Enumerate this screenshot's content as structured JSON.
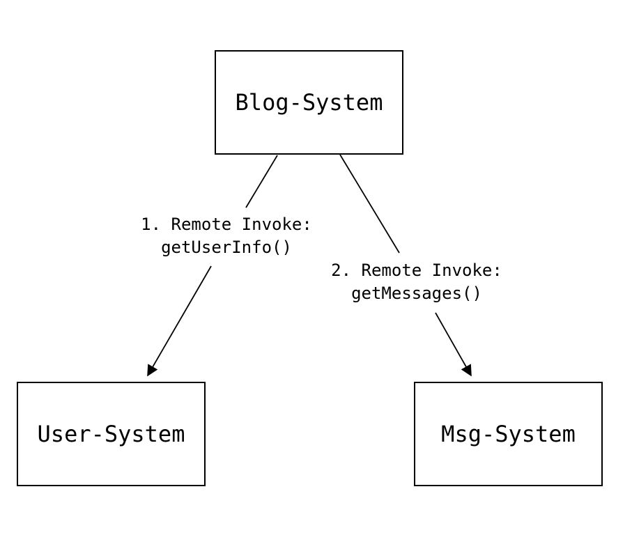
{
  "diagram": {
    "colors": {
      "background": "#ffffff",
      "line": "#000000",
      "node_fill": "#ffffff",
      "node_border": "#000000",
      "text": "#000000"
    },
    "nodes": {
      "blog": {
        "label": "Blog-System"
      },
      "user": {
        "label": "User-System"
      },
      "msg": {
        "label": "Msg-System"
      }
    },
    "edges": {
      "e1": {
        "from": "Blog-System",
        "to": "User-System",
        "label_line1": "1. Remote Invoke:",
        "label_line2": "getUserInfo()"
      },
      "e2": {
        "from": "Blog-System",
        "to": "Msg-System",
        "label_line1": "2. Remote Invoke:",
        "label_line2": "getMessages()"
      }
    }
  }
}
